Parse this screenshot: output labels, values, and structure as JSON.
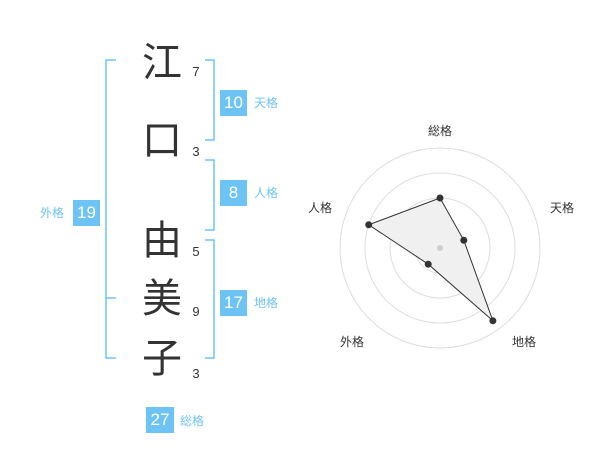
{
  "name": {
    "characters": [
      {
        "char": "江",
        "strokes": "7"
      },
      {
        "char": "口",
        "strokes": "3"
      },
      {
        "char": "由",
        "strokes": "5"
      },
      {
        "char": "美",
        "strokes": "9"
      },
      {
        "char": "子",
        "strokes": "3"
      }
    ]
  },
  "fortunes": {
    "tenkaku": {
      "value": "10",
      "label": "天格"
    },
    "jinkaku": {
      "value": "8",
      "label": "人格"
    },
    "chikaku": {
      "value": "17",
      "label": "地格"
    },
    "gaikaku": {
      "value": "19",
      "label": "外格"
    },
    "soukaku": {
      "value": "27",
      "label": "総格"
    }
  },
  "colors": {
    "accent": "#6ec3f5",
    "text": "#333333",
    "grid": "#dddddd"
  },
  "chart_data": {
    "type": "radar",
    "axes": [
      "総格",
      "天格",
      "地格",
      "外格",
      "人格"
    ],
    "values": [
      0.5,
      0.25,
      0.9,
      0.2,
      0.75
    ],
    "range": [
      0,
      1
    ],
    "rings": 4,
    "grid": true
  }
}
